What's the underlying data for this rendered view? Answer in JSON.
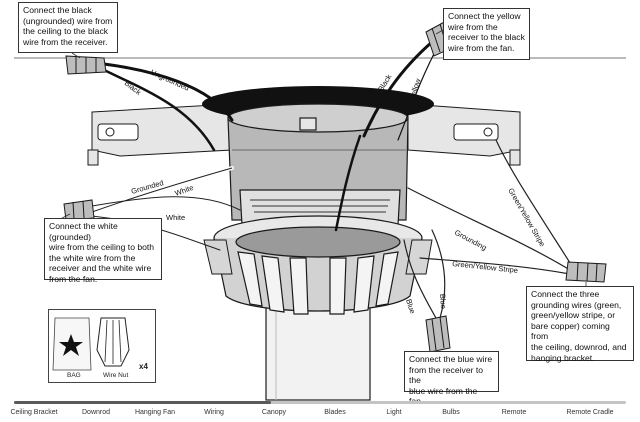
{
  "callouts": {
    "black": "Connect the black\n(ungrounded) wire from\nthe ceiling to the black\nwire from the receiver.",
    "yellow": "Connect the yellow\nwire from the\nreceiver to the black\nwire from the fan.",
    "white": "Connect the white (grounded)\nwire from the ceiling to both\nthe white wire from the\nreceiver and the white wire\nfrom the fan.",
    "grounding": "Connect the three\ngrounding wires (green,\ngreen/yellow stripe, or\nbare copper) coming from\nthe ceiling, downrod, and\nhanging bracket.",
    "blue": "Connect the blue wire\nfrom the receiver to the\nblue wire from the fan."
  },
  "wire_labels": {
    "ungrounded": "Ungrounded",
    "black_left": "Black",
    "black_right": "Black",
    "yellow": "Yellow",
    "grounded": "Grounded",
    "white_upper": "White",
    "white_lower": "White",
    "green_yellow_upper": "Green/Yellow Stripe",
    "grounding": "Grounding",
    "green_yellow_lower": "Green/Yellow Stripe",
    "blue_left": "Blue",
    "blue_right": "Blue"
  },
  "parts_inset": {
    "bag_label": "BAG",
    "wire_nut_label": "Wire Nut",
    "quantity": "x4"
  },
  "nav": {
    "items": [
      "Ceiling Bracket",
      "Downrod",
      "Hanging Fan",
      "Wiring",
      "Canopy",
      "Blades",
      "Light",
      "Bulbs",
      "Remote",
      "Remote Cradle"
    ],
    "progress_percent": 42
  },
  "colors": {
    "line": "#1a1a1a",
    "fill_light": "#e6e6e6",
    "fill_mid": "#c9c9c9",
    "fill_dark": "#8c8c8c",
    "nut": "#bdbdbd"
  }
}
